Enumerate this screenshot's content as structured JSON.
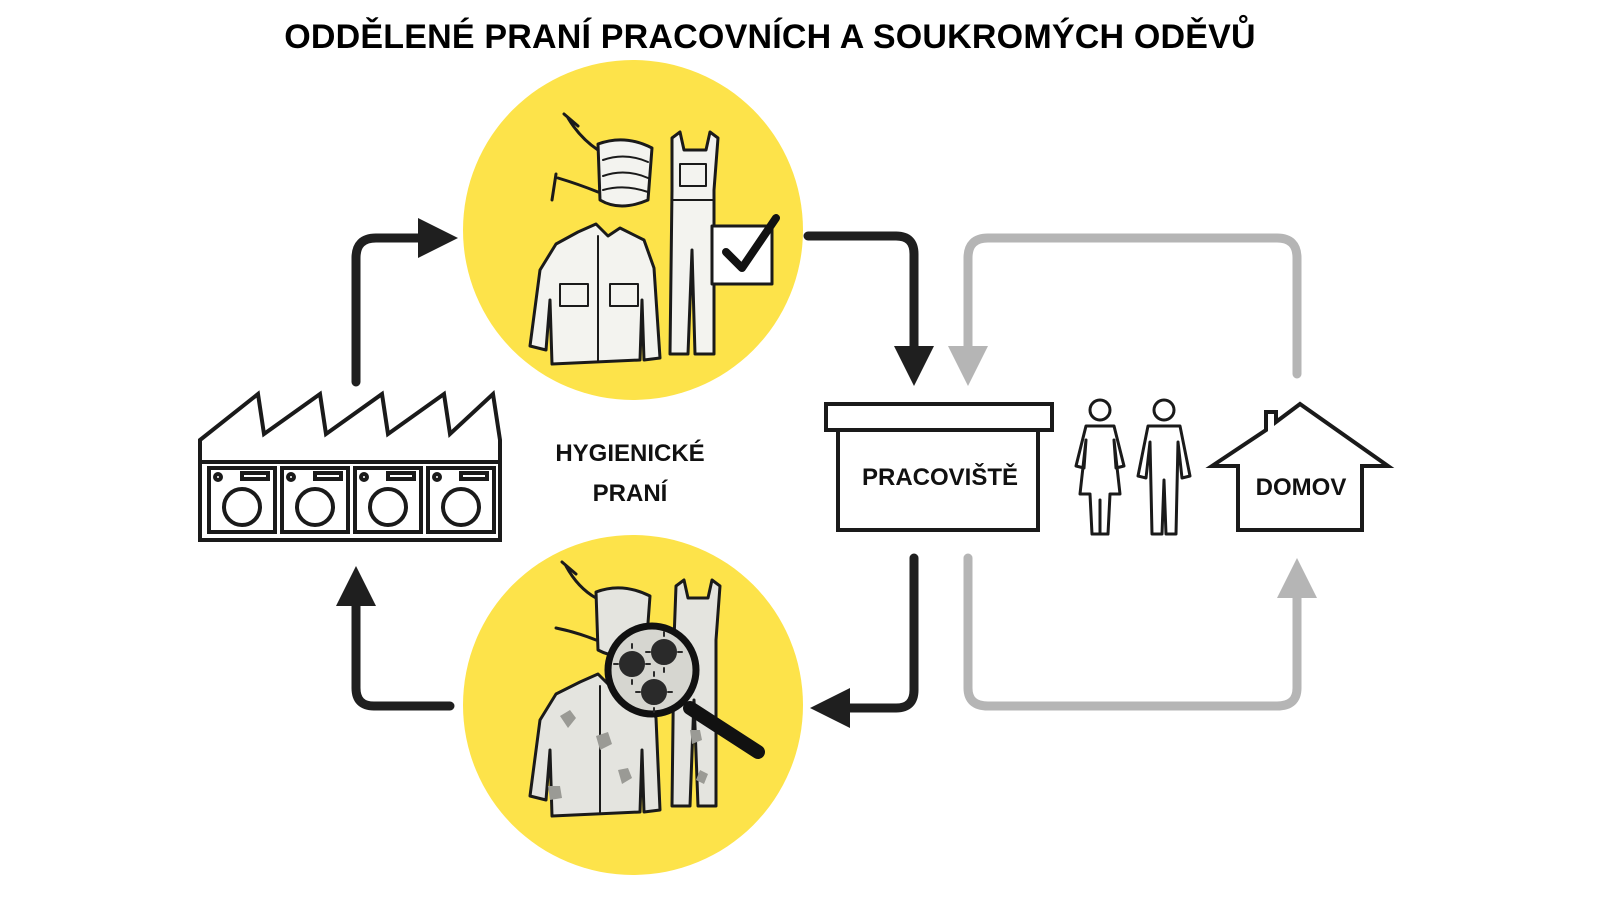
{
  "title": "ODDĚLENÉ PRANÍ PRACOVNÍCH A SOUKROMÝCH ODĚVŮ",
  "labels": {
    "hygienic_line1": "HYGIENICKÉ",
    "hygienic_line2": "PRANÍ",
    "workplace": "PRACOVIŠTĚ",
    "home": "DOMOV"
  },
  "colors": {
    "circle_yellow": "#fde34a",
    "arrow_dark": "#1f1f1f",
    "arrow_gray": "#b5b5b5",
    "clothing_fill": "#f3f3ef",
    "stain_gray": "#9a9a95"
  },
  "icons": {
    "factory": "factory-icon",
    "clean_clothes": "clean-clothing-icon",
    "dirty_clothes": "contaminated-clothing-icon",
    "check": "checkmark-icon",
    "magnifier": "magnifying-glass-icon",
    "people": "people-icon",
    "workplace": "workplace-building-icon",
    "home": "house-icon"
  }
}
